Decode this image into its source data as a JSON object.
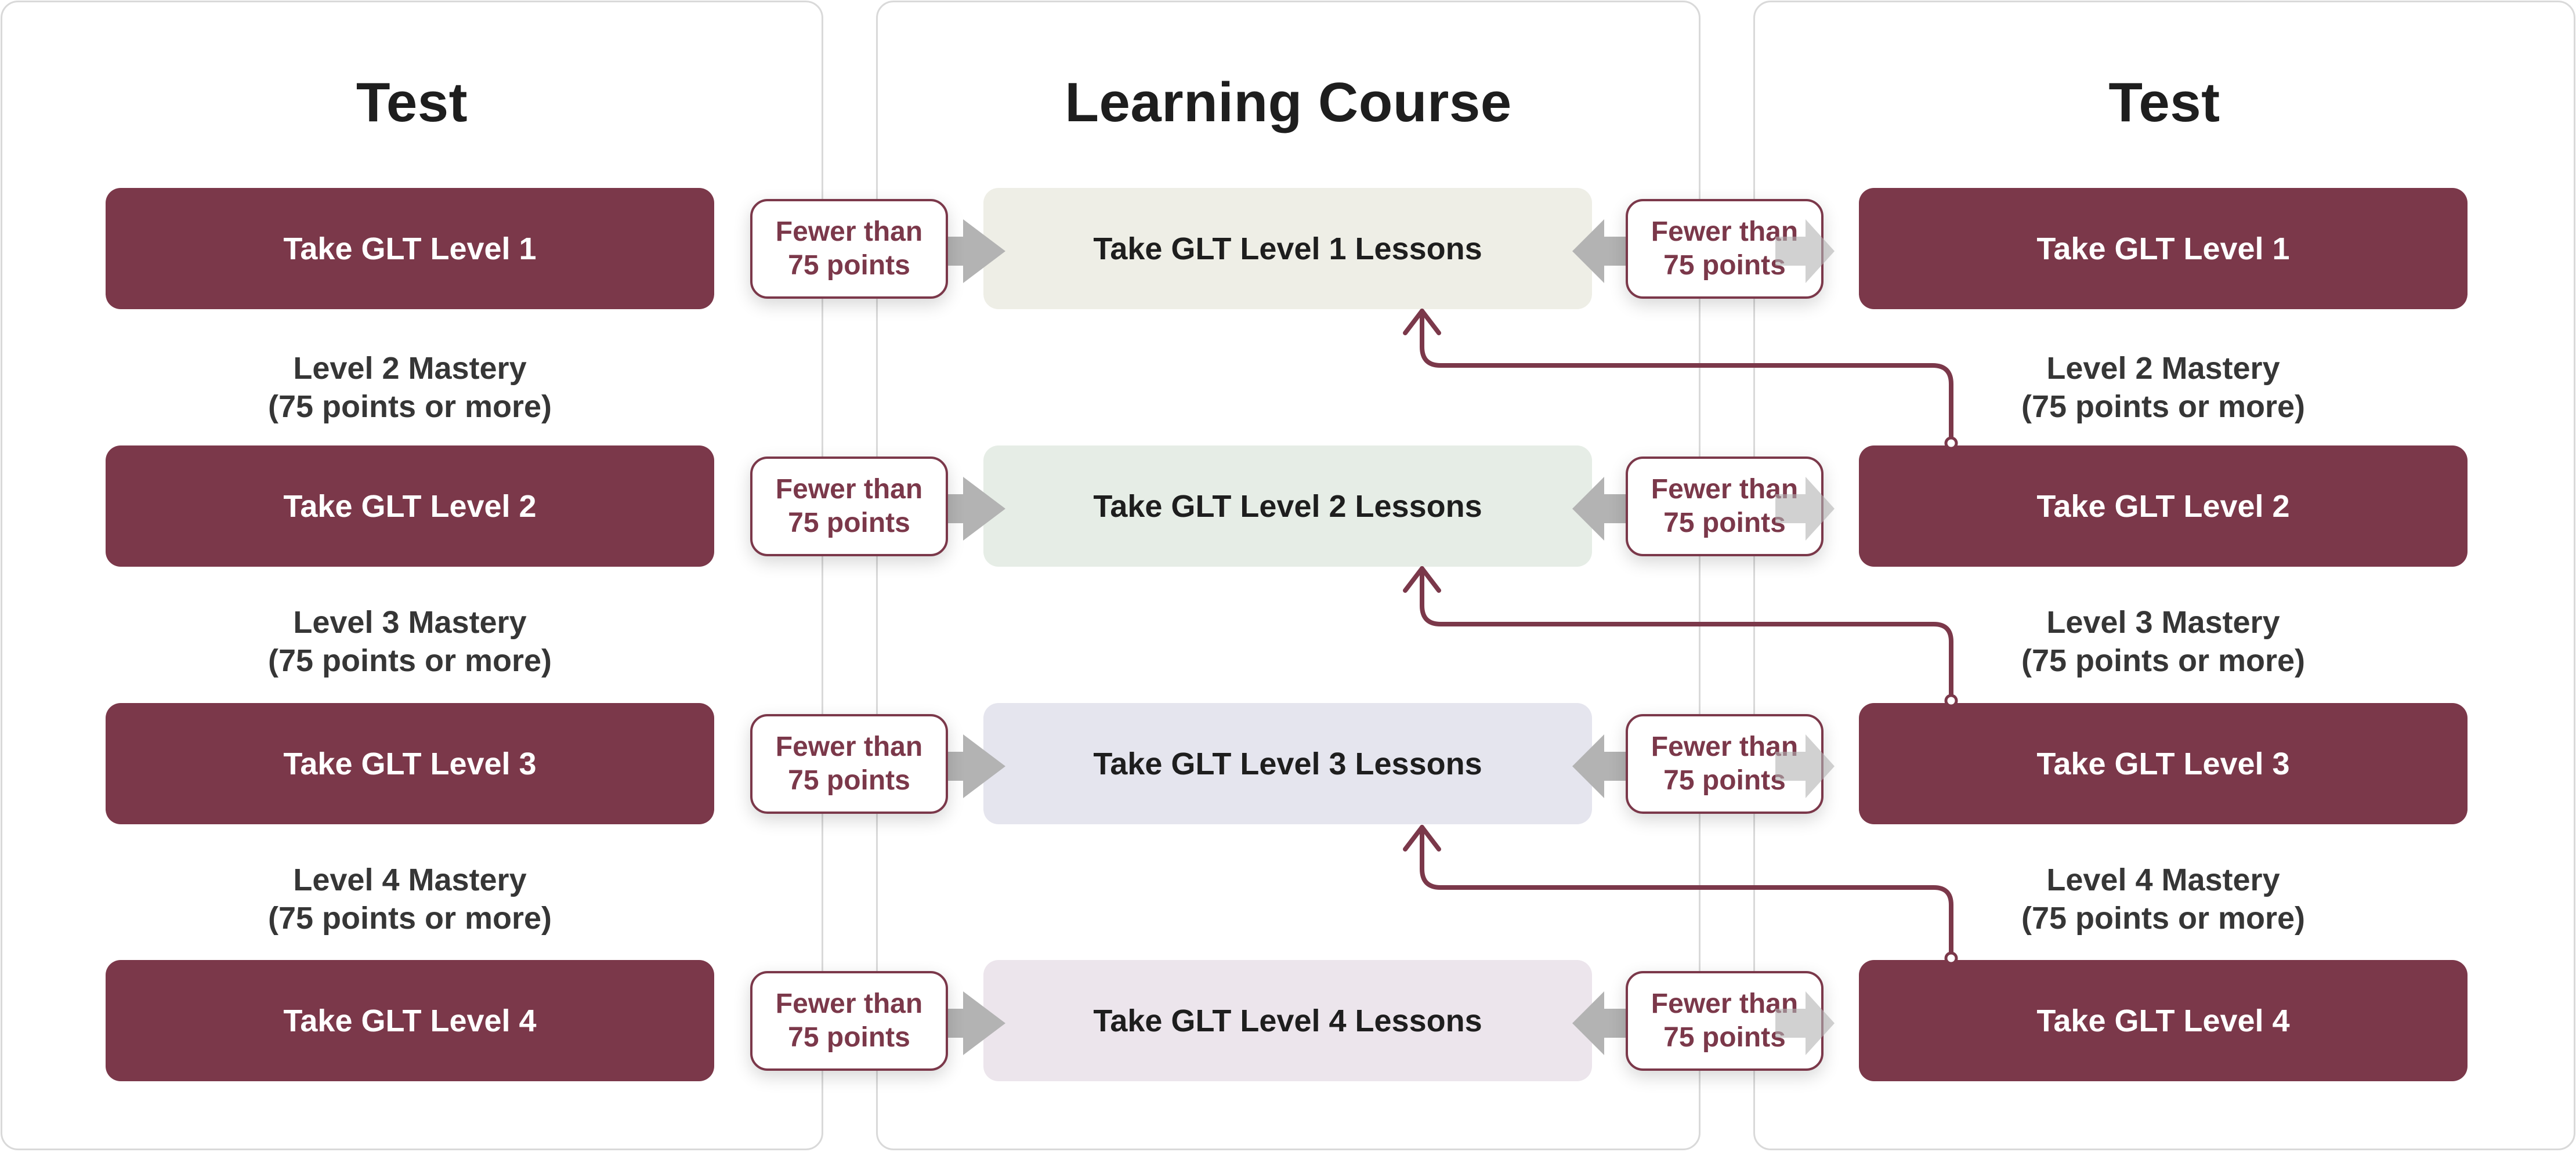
{
  "colors": {
    "test_box": "#7b384a",
    "lesson_level_1": "#eeeee6",
    "lesson_level_2": "#e6ede6",
    "lesson_level_3": "#e5e5ee",
    "lesson_level_4": "#ece5ec",
    "pill_border": "#7b384a",
    "arrow_gray": "#b3b3b3",
    "connector": "#7b384a"
  },
  "columns": {
    "left": {
      "title": "Test"
    },
    "middle": {
      "title": "Learning Course"
    },
    "right": {
      "title": "Test"
    }
  },
  "rows": [
    {
      "level": 1,
      "test_label": "Take GLT Level 1",
      "lesson_label": "Take GLT Level 1 Lessons",
      "pill_line1": "Fewer than",
      "pill_line2": "75 points",
      "mastery_line1": "",
      "mastery_line2": ""
    },
    {
      "level": 2,
      "test_label": "Take GLT Level 2",
      "lesson_label": "Take GLT Level 2 Lessons",
      "pill_line1": "Fewer than",
      "pill_line2": "75 points",
      "mastery_line1": "Level 2 Mastery",
      "mastery_line2": "(75 points or more)"
    },
    {
      "level": 3,
      "test_label": "Take GLT Level 3",
      "lesson_label": "Take GLT Level 3 Lessons",
      "pill_line1": "Fewer than",
      "pill_line2": "75 points",
      "mastery_line1": "Level 3 Mastery",
      "mastery_line2": "(75 points or more)"
    },
    {
      "level": 4,
      "test_label": "Take GLT Level 4",
      "lesson_label": "Take GLT Level 4 Lessons",
      "pill_line1": "Fewer than",
      "pill_line2": "75 points",
      "mastery_line1": "Level 4 Mastery",
      "mastery_line2": "(75 points or more)"
    }
  ],
  "icons": {
    "right_arrow": "gray-right-arrow-icon",
    "left_arrow": "gray-left-arrow-icon",
    "feedback_arrow": "up-arrow-connector-icon"
  }
}
